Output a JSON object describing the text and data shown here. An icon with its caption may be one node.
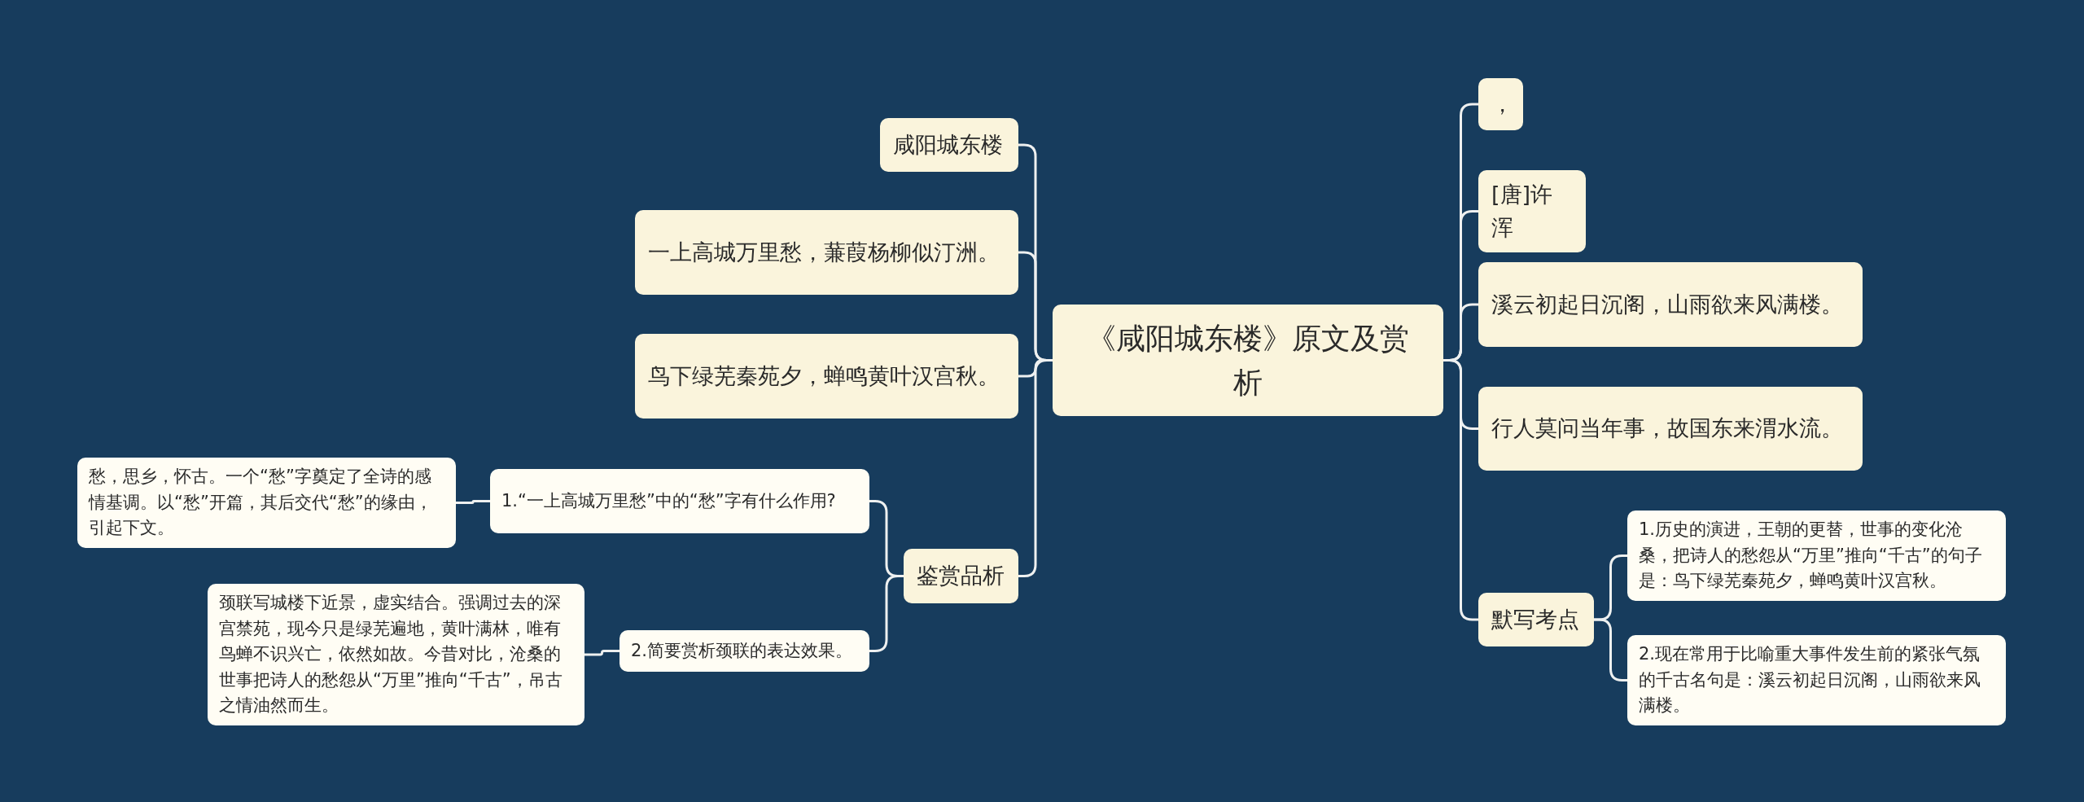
{
  "diagram": {
    "nodes": [
      {
        "text": [
          "《咸阳城东楼》原文及赏析"
        ]
      },
      {
        "text": [
          "咸阳城东楼"
        ]
      },
      {
        "text": [
          "一上高城万里愁，蒹葭杨柳似汀洲。"
        ]
      },
      {
        "text": [
          "鸟下绿芜秦苑夕，蝉鸣黄叶汉宫秋。"
        ]
      },
      {
        "text": [
          "鉴赏品析"
        ]
      },
      {
        "text": [
          "1.“一上高城万里愁”中的“愁”字有什么作用?"
        ]
      },
      {
        "text": [
          "愁，思乡，怀古。一个“愁”字奠定了全诗的感情基调。以“愁”开篇，其后交代“愁”的缘由，引起下文。"
        ]
      },
      {
        "text": [
          "2.简要赏析颈联的表达效果。"
        ]
      },
      {
        "text": [
          "颈联写城楼下近景，虚实结合。强调过去的深宫禁苑，现今只是绿芜遍地，黄叶满林，唯有鸟蝉不识兴亡，依然如故。今昔对比，沧桑的世事把诗人的愁怨从“万里”推向“千古”，吊古之情油然而生。"
        ]
      },
      {
        "text": [
          "，"
        ]
      },
      {
        "text": [
          "[唐]许浑"
        ]
      },
      {
        "text": [
          "溪云初起日沉阁，山雨欲来风满楼。"
        ]
      },
      {
        "text": [
          "行人莫问当年事，故国东来渭水流。"
        ]
      },
      {
        "text": [
          "默写考点"
        ]
      },
      {
        "text": [
          "1.历史的演进，王朝的更替，世事的变化沧桑，把诗人的愁怨从“万里”推向“千古”的句子是：鸟下绿芜秦苑夕，蝉鸣黄叶汉宫秋。"
        ]
      },
      {
        "text": [
          "2.现在常用于比喻重大事件发生前的紧张气氛的千古名句是：溪云初起日沉阁，山雨欲来风满楼。"
        ]
      }
    ],
    "edges": [
      {
        "from": 0,
        "to": 1,
        "arrow": "none"
      },
      {
        "from": 0,
        "to": 2,
        "arrow": "none"
      },
      {
        "from": 0,
        "to": 3,
        "arrow": "none"
      },
      {
        "from": 0,
        "to": 4,
        "arrow": "none"
      },
      {
        "from": 4,
        "to": 5,
        "arrow": "none"
      },
      {
        "from": 5,
        "to": 6,
        "arrow": "none"
      },
      {
        "from": 4,
        "to": 7,
        "arrow": "none"
      },
      {
        "from": 7,
        "to": 8,
        "arrow": "none"
      },
      {
        "from": 0,
        "to": 9,
        "arrow": "none"
      },
      {
        "from": 0,
        "to": 10,
        "arrow": "none"
      },
      {
        "from": 0,
        "to": 11,
        "arrow": "none"
      },
      {
        "from": 0,
        "to": 12,
        "arrow": "none"
      },
      {
        "from": 0,
        "to": 13,
        "arrow": "none"
      },
      {
        "from": 13,
        "to": 14,
        "arrow": "none"
      },
      {
        "from": 13,
        "to": 15,
        "arrow": "none"
      }
    ]
  }
}
